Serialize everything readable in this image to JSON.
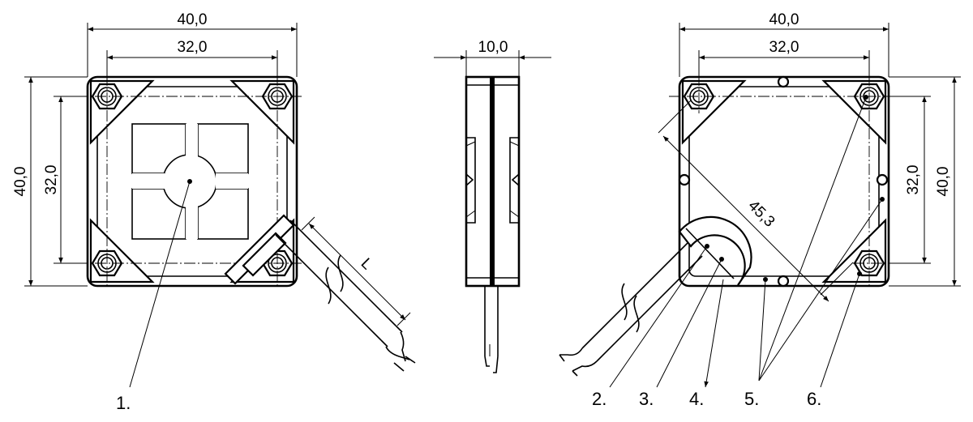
{
  "dimensions": {
    "front_width_outer": "40,0",
    "front_width_inner": "32,0",
    "front_height_outer": "40,0",
    "front_height_inner": "32,0",
    "side_depth": "10,0",
    "cable_length": "L",
    "rear_width_outer": "40,0",
    "rear_width_inner": "32,0",
    "rear_height_inner": "32,0",
    "rear_height_outer": "40,0",
    "rear_diagonal": "45,3"
  },
  "callouts": [
    "1.",
    "2.",
    "3.",
    "4.",
    "5.",
    "6."
  ]
}
